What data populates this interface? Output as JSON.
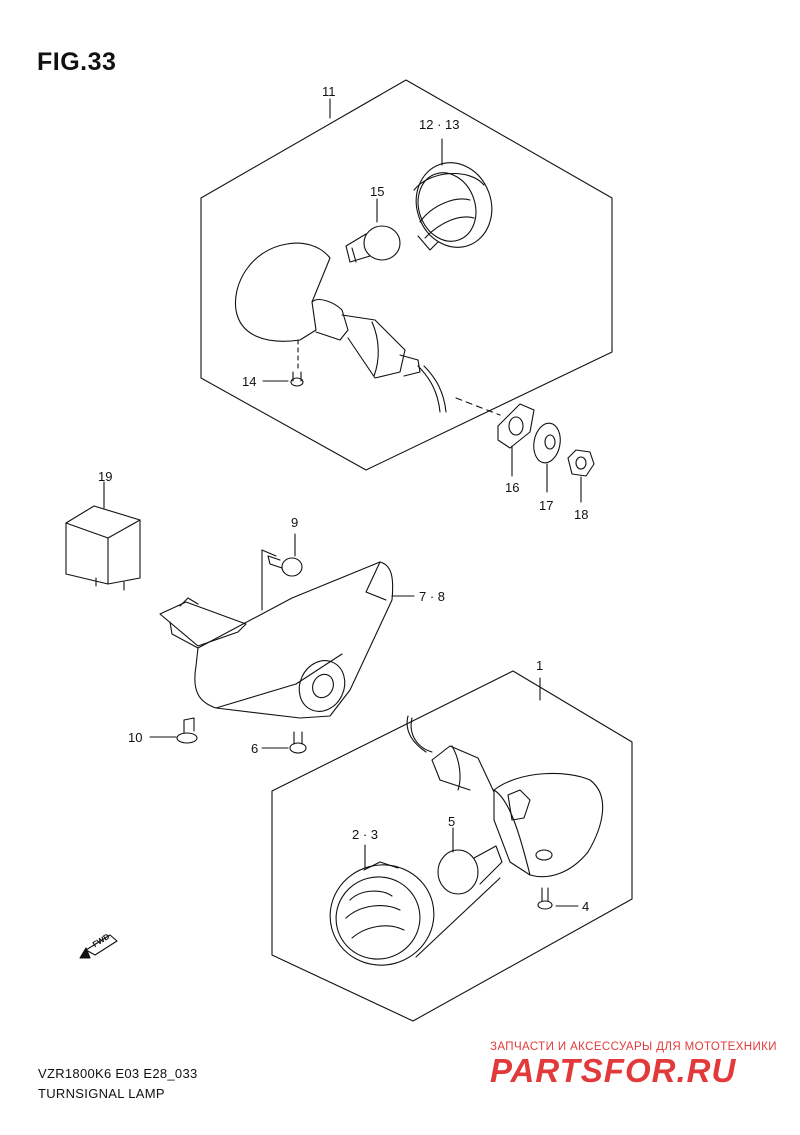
{
  "figure": {
    "title": "FIG.33",
    "model_code": "VZR1800K6 E03 E28_033",
    "name": "TURNSIGNAL LAMP"
  },
  "parts": {
    "p1": "1",
    "p2_3": "2 · 3",
    "p4": "4",
    "p5": "5",
    "p6": "6",
    "p7_8": "7 · 8",
    "p9": "9",
    "p10": "10",
    "p11": "11",
    "p12_13": "12 · 13",
    "p14": "14",
    "p15": "15",
    "p16": "16",
    "p17": "17",
    "p18": "18",
    "p19": "19"
  },
  "fwd_badge": "FWD",
  "watermark": {
    "line": "ЗАПЧАСТИ И АКСЕССУАРЫ ДЛЯ МОТОТЕХНИКИ",
    "logo": "PARTSFOR.RU",
    "color": "#e23a3a"
  }
}
